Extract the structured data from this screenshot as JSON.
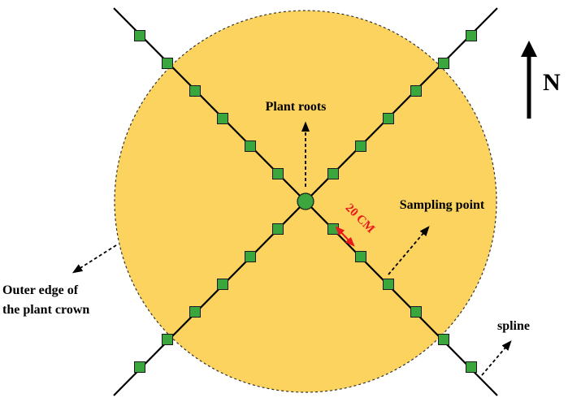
{
  "labels": {
    "plant_roots": "Plant roots",
    "sampling_point": "Sampling point",
    "distance": "20 CM",
    "outer_edge_line1": "Outer edge of",
    "outer_edge_line2": "the plant crown",
    "spline": "spline",
    "north": "N"
  },
  "colors": {
    "crown_fill": "#FBD35E",
    "sample_fill": "#3BA63D",
    "line": "#000000",
    "distance_marker": "#E8191C"
  },
  "diagram": {
    "transects": 4,
    "sampling_points_per_transect": 6,
    "center_marker": "plant-roots-circle"
  }
}
